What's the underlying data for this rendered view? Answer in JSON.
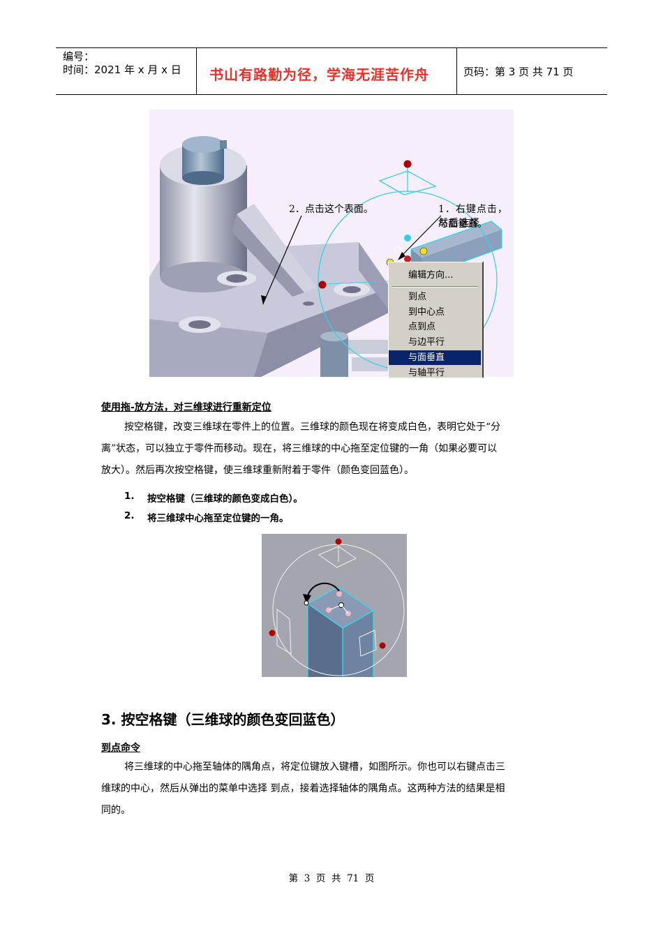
{
  "header": {
    "serial_label": "编号：",
    "time_label": "时间：2021 年 x 月 x 日",
    "motto": "书山有路勤为径，学海无涯苦作舟",
    "page_info": "页码：第 3 页  共 71 页"
  },
  "figure1": {
    "callout_2": "2．点击这个表面。",
    "callout_1_line1": "1．右键点击，然后选择",
    "callout_1_line2": "与面垂直。",
    "menu": {
      "title": "编辑方向...",
      "items": [
        "到点",
        "到中心点",
        "点到点",
        "与边平行",
        "与面垂直",
        "与轴平行"
      ],
      "selected_index": 4
    }
  },
  "section_drag": {
    "heading": "使用拖-放方法，对三维球进行重新定位",
    "para_line1": "按空格键，改变三维球在零件上的位置。三维球的颜色现在将变成白色，表明它处于“分",
    "para_line2": "离”状态，可以独立于零件而移动。现在，将三维球的中心拖至定位键的一角（如果必要可以",
    "para_line3": "放大）。然后再次按空格键，使三维球重新附着于零件（颜色变回蓝色）。",
    "steps": [
      {
        "num": "1.",
        "text": "按空格键（三维球的颜色变成白色）。"
      },
      {
        "num": "2.",
        "text": "将三维球中心拖至定位键的一角。"
      }
    ]
  },
  "section3": {
    "title": "3.  按空格键（三维球的颜色变回蓝色）",
    "subheading": "到点命令",
    "para_line1": "将三维球的中心拖至轴体的隅角点，将定位键放入键槽，如图所示。你也可以右键点击三",
    "para_line2": "维球的中心，然后从弹出的菜单中选择 到点，接着选择轴体的隅角点。这两种方法的结果是相",
    "para_line3": "同的。"
  },
  "footer": {
    "page_text": "第  3  页  共  71  页"
  },
  "colors": {
    "motto": "#e8312a",
    "menu_selected": "#0a246a",
    "menu_bg": "#d4d0c8",
    "ball": "#3ad0e0",
    "handle_red": "#b00000"
  }
}
